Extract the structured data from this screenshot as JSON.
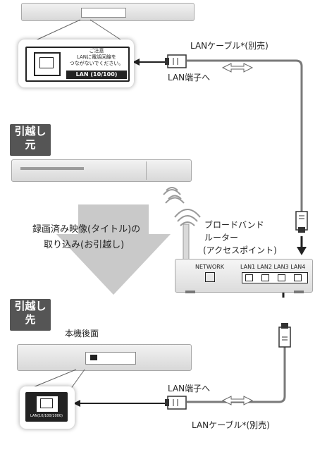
{
  "labels": {
    "lan_cable_top": "LANケーブル*(別売)",
    "lan_port_top": "LAN端子へ",
    "source_badge_line1": "引越し",
    "source_badge_line2": "元",
    "center_caption_line1": "録画済み映像(タイトル)の",
    "center_caption_line2": "取り込み(お引越し)",
    "router_line1": "ブロードバンド",
    "router_line2": "ルーター",
    "router_line3": "(アクセスポイント)",
    "router_network": "NETWORK",
    "router_lan_ports": "LAN1 LAN2 LAN3 LAN4",
    "dest_badge_line1": "引越し",
    "dest_badge_line2": "先",
    "rear_panel": "本機後面",
    "lan_port_bottom": "LAN端子へ",
    "lan_cable_bottom": "LANケーブル*(別売)"
  },
  "callouts": {
    "top_port_label": "LAN (10/100)",
    "top_warning_title": "ご注意",
    "top_warning_line1": "LANに電話回線を",
    "top_warning_line2": "つながないでください。",
    "bottom_port_label": "LAN(10/100/1000)"
  }
}
